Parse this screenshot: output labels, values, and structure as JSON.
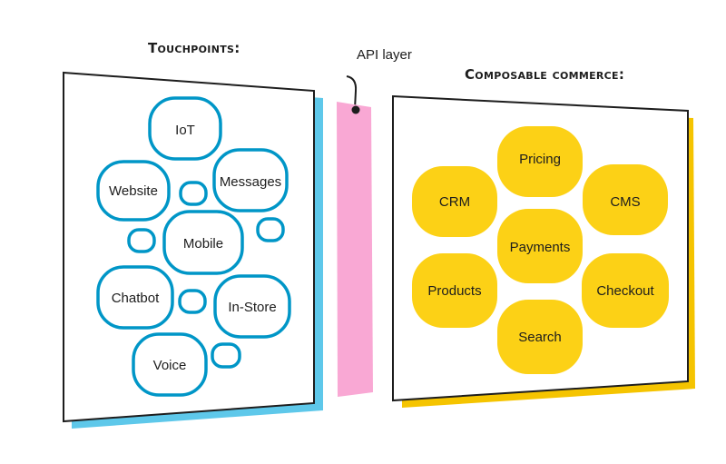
{
  "touchpoints": {
    "heading": "Touchpoints:",
    "items": [
      "IoT",
      "Website",
      "Messages",
      "Mobile",
      "Chatbot",
      "In-Store",
      "Voice"
    ]
  },
  "api": {
    "label": "API layer"
  },
  "commerce": {
    "heading": "Composable commerce:",
    "items": [
      "Pricing",
      "CRM",
      "CMS",
      "Payments",
      "Products",
      "Checkout",
      "Search"
    ]
  },
  "colors": {
    "touchpoint_outline": "#0096c7",
    "touchpoint_shadow": "#5ec8ea",
    "api_bar": "#f9a8d4",
    "commerce_fill": "#fcd116",
    "commerce_shadow": "#f5c400",
    "frame": "#1d1d1d"
  }
}
